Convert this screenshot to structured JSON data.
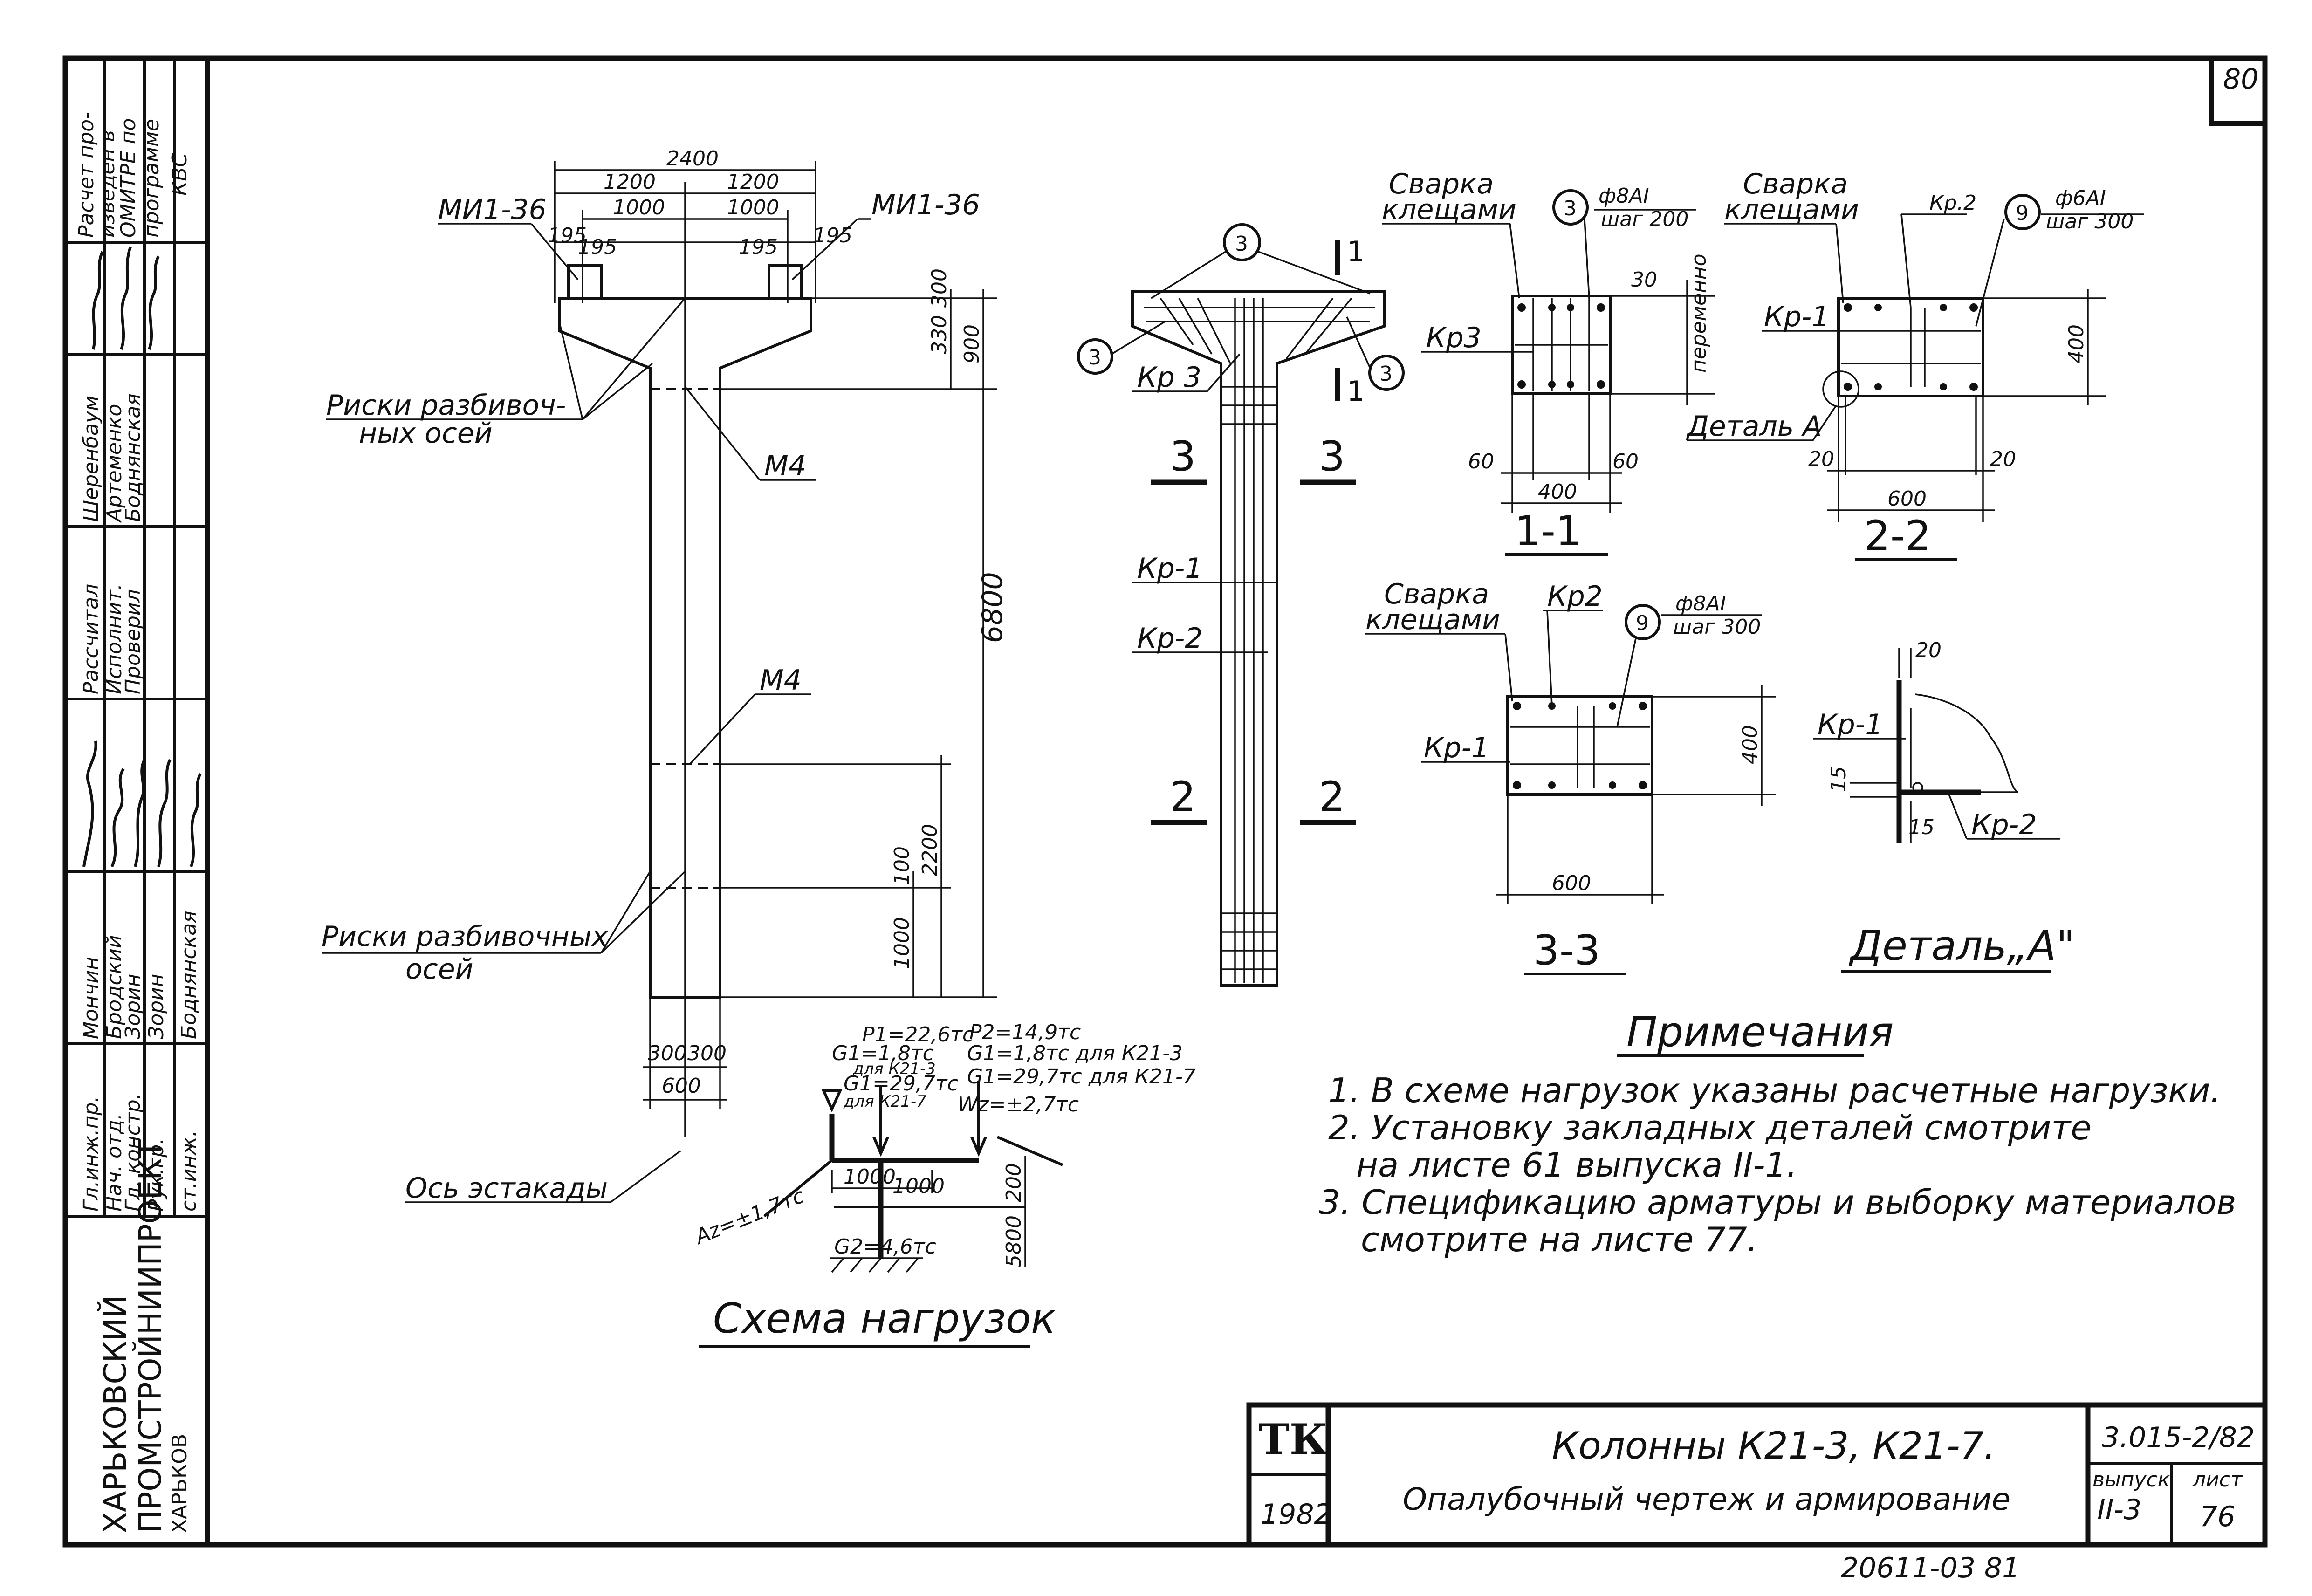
{
  "sheet_number": "80",
  "side_stamp": {
    "org": [
      "ХАРЬКОВСКИЙ",
      "ПРОМСТРОЙНИИПРОЕКТ",
      "ХАРЬКОВ"
    ],
    "rows": [
      {
        "role": "Гл.инж.пр.",
        "name": "Мончин"
      },
      {
        "role": "Нач. отд.",
        "name": "Бродский"
      },
      {
        "role": "Гл. констр.",
        "name": "Зорин"
      },
      {
        "role": "Рук.гр.",
        "name": "Зорин"
      },
      {
        "role": "ст.инж.",
        "name": "Боднянская"
      }
    ],
    "calc_rows": [
      {
        "role": "Рассчитал",
        "name": "Шеренбаум"
      },
      {
        "role": "Исполнит.",
        "name": "Артеменко"
      },
      {
        "role": "Проверил",
        "name": "Боднянская"
      }
    ],
    "calc_note": [
      "Расчет про-",
      "изведен в",
      "ОМИТРЕ по",
      "программе",
      "КВС"
    ]
  },
  "elevation": {
    "dims": {
      "total_width": "2400",
      "half_left": "1200",
      "half_right": "1200",
      "inner_left": "1000",
      "inner_right": "1000",
      "edge_a": "195",
      "edge_b": "195",
      "edge_c": "195",
      "edge_d": "195",
      "top_a": "300",
      "top_b": "330",
      "top_c": "900",
      "height": "6800",
      "lower_a": "100",
      "lower_b": "2200",
      "lower_c": "1000",
      "base_a": "300",
      "base_b": "300",
      "base_c": "600"
    },
    "labels": {
      "mi_left": "МИ1-36",
      "mi_right": "МИ1-36",
      "m4_top": "М4",
      "m4_mid": "М4",
      "axes_top_1": "Риски разбивоч-",
      "axes_top_2": "ных осей",
      "axes_bot_1": "Риски разбивочных",
      "axes_bot_2": "осей",
      "trestle_axis": "Ось эстакады"
    }
  },
  "reinforcement": {
    "labels": {
      "mark3": "3",
      "kp3": "Кр 3",
      "kp1": "Кр-1",
      "kp2": "Кр-2",
      "cut1": "1",
      "cut3": "3",
      "cut2": "2"
    }
  },
  "section_1_1": {
    "title": "1-1",
    "weld": [
      "Сварка",
      "клещами"
    ],
    "bar_mark": "3",
    "bar": "ф8АI",
    "step": "шаг 200",
    "kp": "Кр3",
    "var": "переменно",
    "d30": "30",
    "d60a": "60",
    "d60b": "60",
    "d400": "400"
  },
  "section_2_2": {
    "title": "2-2",
    "weld": [
      "Сварка",
      "клещами"
    ],
    "kp2": "Кр.2",
    "bar_mark": "9",
    "bar": "ф6АI",
    "step": "шаг 300",
    "kp1": "Кр-1",
    "detail": "Деталь А",
    "d400": "400",
    "d20a": "20",
    "d20b": "20",
    "d600": "600"
  },
  "section_3_3": {
    "title": "3-3",
    "weld": [
      "Сварка",
      "клещами"
    ],
    "kp2": "Кр2",
    "bar_mark": "9",
    "bar": "ф8АI",
    "step": "шаг 300",
    "kp1": "Кр-1",
    "d400": "400",
    "d600": "600"
  },
  "detail_a": {
    "title": "Деталь„А\"",
    "kp1": "Кр-1",
    "kp2": "Кр-2",
    "d20": "20",
    "d15a": "15",
    "d15b": "15"
  },
  "load_scheme": {
    "title": "Схема нагрузок",
    "loads": {
      "p1": "P1=22,6тс",
      "g1a": "G1=1,8тс",
      "g1a_for": "для К21-3",
      "g1b": "G1=29,7тс",
      "g1b_for": "для К21-7",
      "p2": "P2=14,9тс",
      "g1c": "G1=1,8тс для К21-3",
      "g1d": "G1=29,7тс для К21-7",
      "wz": "Wz=±2,7тс",
      "az": "Az=±1,7тс",
      "g2": "G2=4,6тс"
    },
    "dims": {
      "a": "1000",
      "b": "1000",
      "c": "200",
      "d": "5800"
    }
  },
  "notes": {
    "title": "Примечания",
    "items": [
      "1. В схеме нагрузок указаны расчетные нагрузки.",
      "2. Установку закладных деталей смотрите",
      "на листе 61 выпуска II-1.",
      "3. Спецификацию арматуры и выборку материалов",
      "смотрите на листе 77."
    ]
  },
  "title_block": {
    "logo": "ТК",
    "year": "1982",
    "title_1": "Колонны К21-3, К21-7.",
    "title_2": "Опалубочный чертеж и армирование",
    "code": "3.015-2/82",
    "issue_label": "выпуск",
    "issue": "II-3",
    "sheet_label": "лист",
    "sheet": "76"
  },
  "footer": {
    "archive": "20611-03  81"
  }
}
